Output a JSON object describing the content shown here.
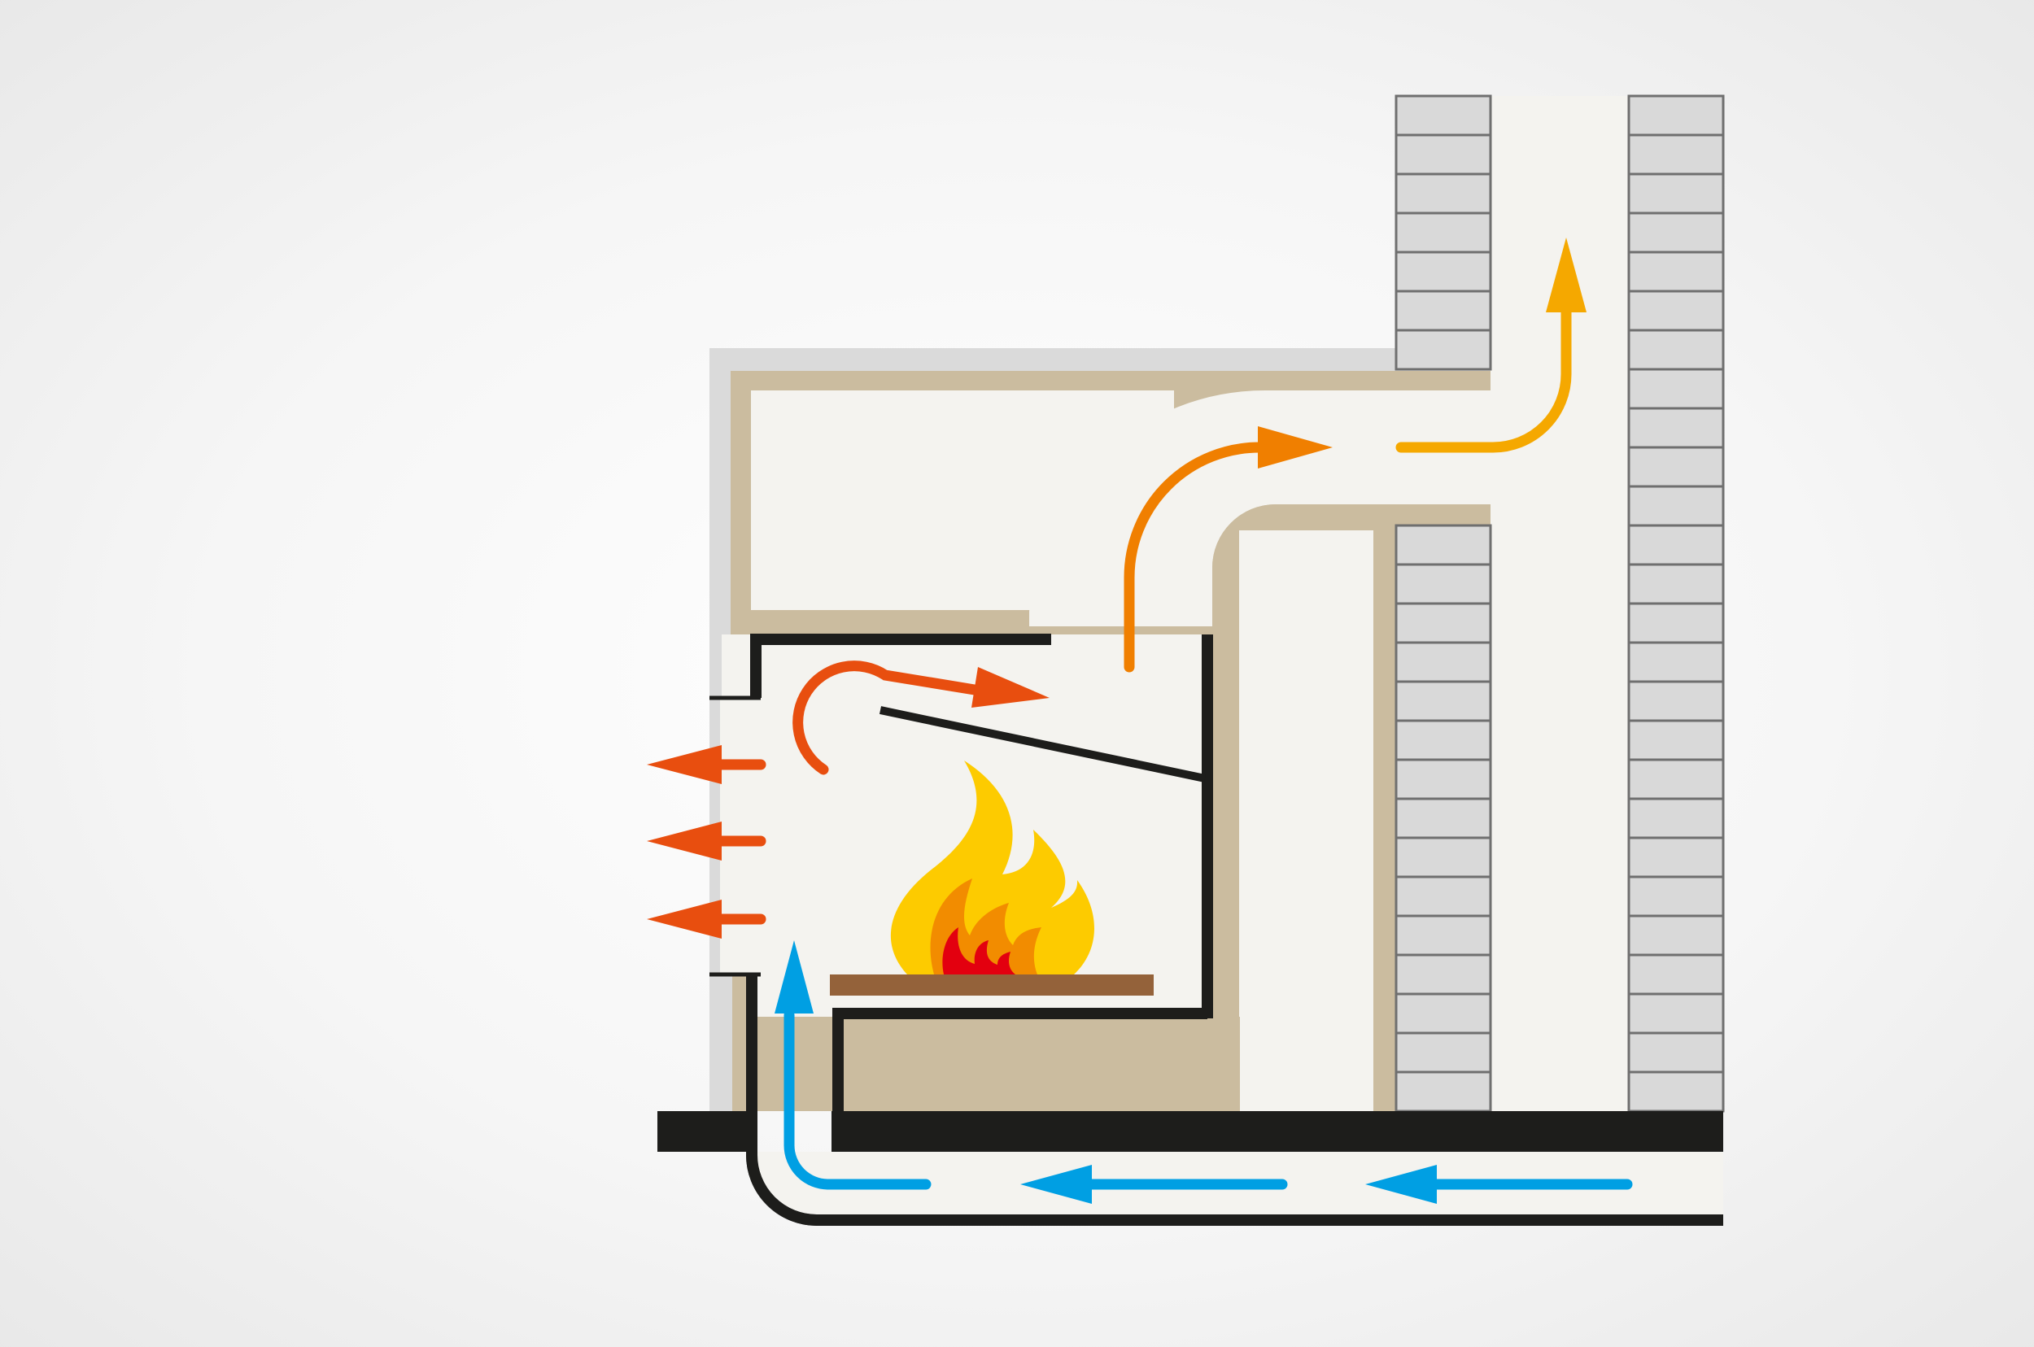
{
  "diagram": {
    "subject": "fireplace-convection-airflow",
    "colors": {
      "background_center": "#ffffff",
      "background_edge": "#e8e8e8",
      "insulation": "#cbbc9f",
      "cladding": "#dadada",
      "interior": "#f4f3ef",
      "outline": "#1d1d1b",
      "brick_fill": "#d9d9d9",
      "brick_line": "#6f6f6f",
      "grate": "#94623a",
      "flame_yellow": "#fdcb00",
      "flame_orange": "#f28c00",
      "flame_red": "#e3000f",
      "warm_air_arrow": "#e84e0f",
      "hot_air_arrow": "#f07f00",
      "flue_gas_arrow": "#f5a800",
      "cold_air_arrow": "#009fe3"
    },
    "elements": [
      {
        "name": "fire",
        "icon": "flame-icon"
      },
      {
        "name": "grate",
        "icon": "grate-bar"
      },
      {
        "name": "baffle-plate",
        "icon": "line"
      },
      {
        "name": "chimney",
        "icon": "brick-wall"
      },
      {
        "name": "floor-slab",
        "icon": "slab"
      },
      {
        "name": "outside-air-duct",
        "icon": "duct"
      }
    ],
    "airflows": [
      {
        "name": "cold-air-supply",
        "color": "#009fe3",
        "icon": "arrow-left-icon"
      },
      {
        "name": "cold-air-intake",
        "color": "#009fe3",
        "icon": "arrow-up-icon"
      },
      {
        "name": "warm-air-recirculation",
        "color": "#e84e0f",
        "icon": "arrow-right-icon"
      },
      {
        "name": "warm-air-outlets",
        "color": "#e84e0f",
        "icon": "arrow-left-icon"
      },
      {
        "name": "hot-gas-flow",
        "color": "#f07f00",
        "icon": "arrow-right-icon"
      },
      {
        "name": "flue-exhaust",
        "color": "#f5a800",
        "icon": "arrow-up-icon"
      }
    ]
  }
}
